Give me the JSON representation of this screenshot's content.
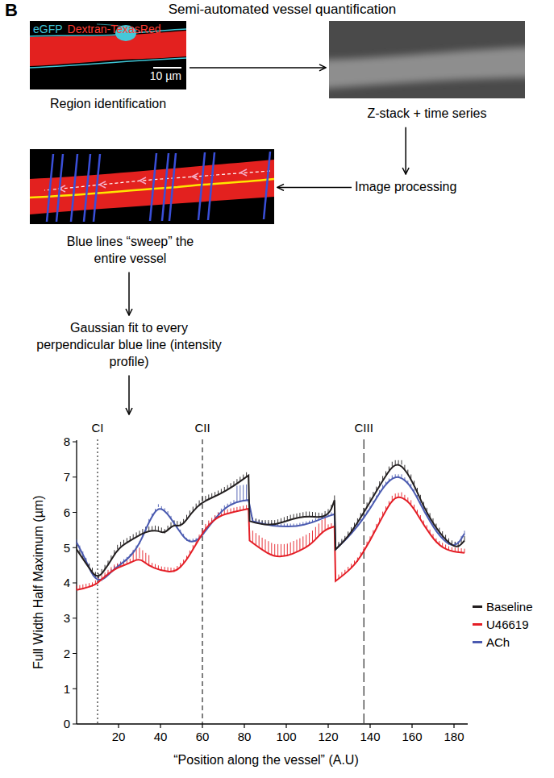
{
  "diagram": {
    "title": "Semi-automated vessel quantification",
    "nodes": [
      {
        "text": [
          "eGFP",
          "Dextran-TexasRed",
          "10 µm",
          "Region identification"
        ]
      },
      {
        "text": [
          "Z-stack + time series"
        ]
      },
      {
        "text": [
          "Image processing"
        ]
      },
      {
        "text": [
          "Blue lines “sweep” the entire vessel"
        ]
      },
      {
        "text": [
          "Gaussian fit to every perpendicular blue line (intensity profile)"
        ]
      },
      {
        "text": [
          "Full Width Half Maximum (µm)",
          "“Position along the vessel” (A.U)"
        ]
      }
    ],
    "edges": [
      {
        "from": 0,
        "to": 1,
        "arrow": "to"
      },
      {
        "from": 1,
        "to": 2,
        "arrow": "to"
      },
      {
        "from": 2,
        "to": 3,
        "arrow": "to"
      },
      {
        "from": 3,
        "to": 4,
        "arrow": "to"
      },
      {
        "from": 4,
        "to": 5,
        "arrow": "to"
      }
    ],
    "labels": [
      "B",
      "0",
      "1",
      "2",
      "3",
      "4",
      "5",
      "6",
      "7",
      "8",
      "20",
      "40",
      "60",
      "80",
      "100",
      "120",
      "140",
      "160",
      "180",
      "CI",
      "CII",
      "CIII"
    ],
    "legend": [
      {
        "text": "Baseline",
        "color": "#231f20"
      },
      {
        "text": "U46619",
        "color": "#e41e26"
      },
      {
        "text": "ACh",
        "color": "#4a5ab0"
      }
    ]
  }
}
